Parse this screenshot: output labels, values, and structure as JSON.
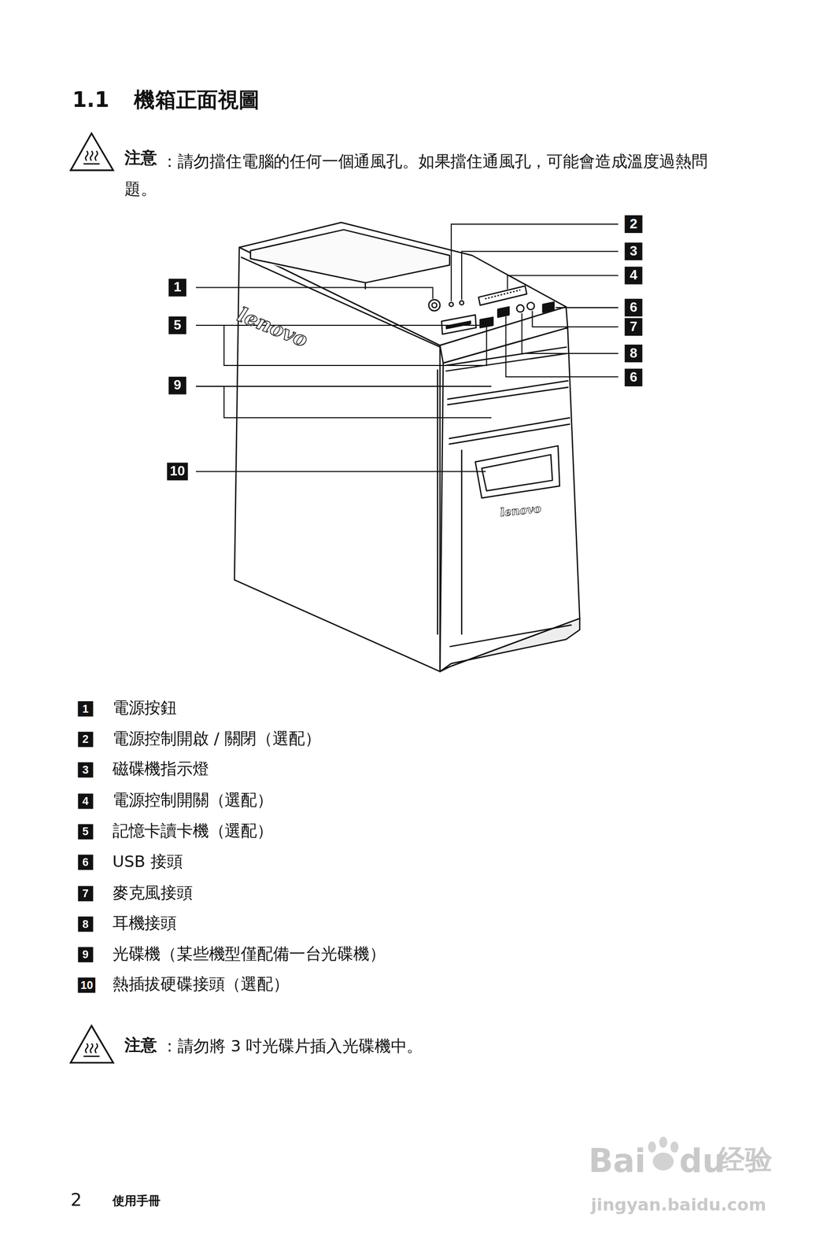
{
  "diagram": {
    "title": "1.1 機箱正面視圖",
    "labels": [
      "注意",
      "：請勿擋住電腦的任何一個通風孔。如果擋住通風孔，可能會造成溫度過熱問題。",
      "1",
      "5",
      "9",
      "10",
      "2",
      "3",
      "4",
      "6",
      "7",
      "8",
      "6",
      "lenovo",
      "lenovo",
      "1",
      "電源按鈕",
      "2",
      "電源控制開啟 / 關閉（選配）",
      "3",
      "磁碟機指示燈",
      "4",
      "電源控制開關（選配）",
      "5",
      "記憶卡讀卡機（選配）",
      "6",
      "USB 接頭",
      "7",
      "麥克風接頭",
      "8",
      "耳機接頭",
      "9",
      "光碟機（某些機型僅配備一台光碟機）",
      "10",
      "熱插拔硬碟接頭（選配）",
      "注意",
      "：請勿將 3 吋光碟片插入光碟機中。",
      "2",
      "使用手冊",
      "Bai",
      "du",
      "经验",
      "jingyan.baidu.com"
    ]
  }
}
